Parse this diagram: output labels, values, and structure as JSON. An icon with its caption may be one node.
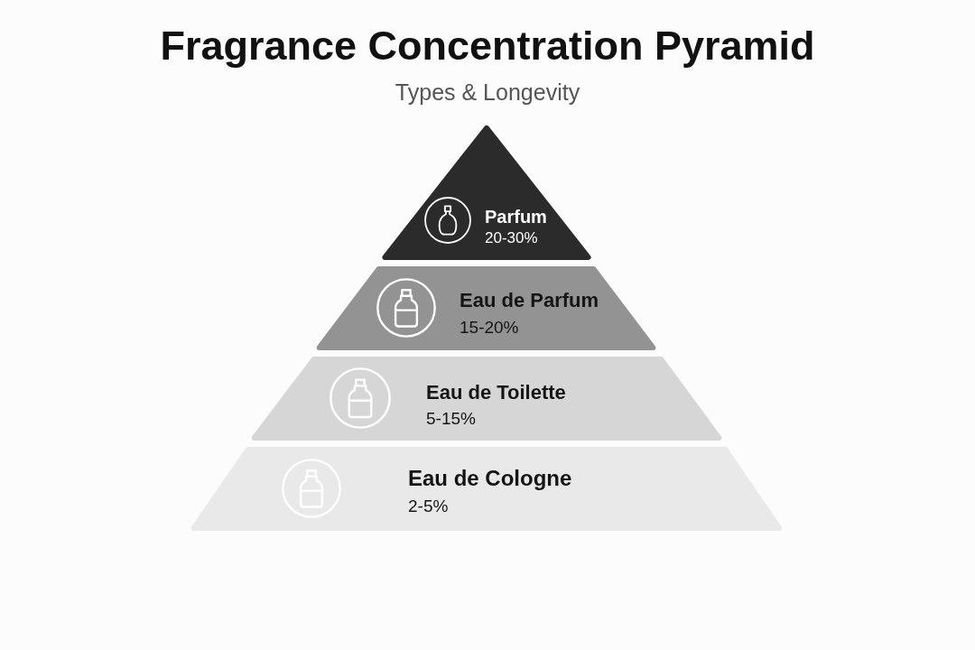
{
  "diagram": {
    "title": "Fragrance Concentration Pyramid",
    "nodes": [
      {
        "text": [
          "Parfum",
          "20-30%"
        ]
      },
      {
        "text": [
          "Eau de Parfum",
          "15-20%"
        ]
      },
      {
        "text": [
          "Eau de Toilette",
          "5-15%"
        ]
      },
      {
        "text": [
          "Eau de Cologne",
          "2-5%"
        ]
      }
    ],
    "labels": [
      "Types & Longevity"
    ]
  }
}
